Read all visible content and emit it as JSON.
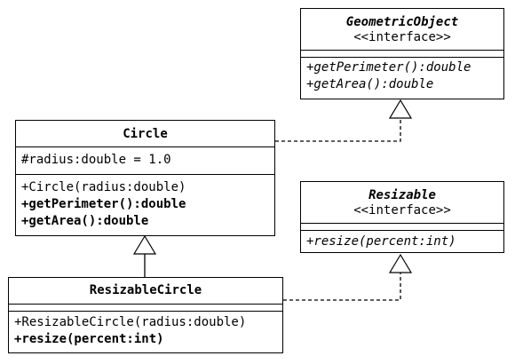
{
  "classes": {
    "geometric_object": {
      "name": "GeometricObject",
      "stereotype": "<<interface>>",
      "methods": [
        "+getPerimeter():double",
        "+getArea():double"
      ]
    },
    "circle": {
      "name": "Circle",
      "attributes": [
        "#radius:double = 1.0"
      ],
      "methods": [
        "+Circle(radius:double)",
        "+getPerimeter():double",
        "+getArea():double"
      ]
    },
    "resizable": {
      "name": "Resizable",
      "stereotype": "<<interface>>",
      "methods": [
        "+resize(percent:int)"
      ]
    },
    "resizable_circle": {
      "name": "ResizableCircle",
      "methods": [
        "+ResizableCircle(radius:double)",
        "+resize(percent:int)"
      ]
    }
  },
  "relationships": [
    {
      "from": "Circle",
      "to": "GeometricObject",
      "type": "realization"
    },
    {
      "from": "ResizableCircle",
      "to": "Circle",
      "type": "generalization"
    },
    {
      "from": "ResizableCircle",
      "to": "Resizable",
      "type": "realization"
    }
  ],
  "colors": {
    "line": "#000000",
    "background": "#ffffff"
  }
}
